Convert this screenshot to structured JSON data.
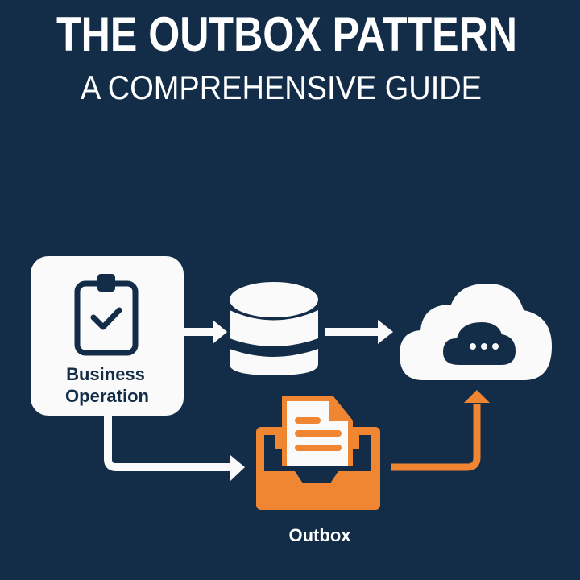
{
  "header": {
    "title": "THE OUTBOX PATTERN",
    "subtitle": "A COMPREHENSIVE GUIDE"
  },
  "diagram": {
    "business_line1": "Business",
    "business_line2": "Operation",
    "outbox_label": "Outbox"
  },
  "icons": [
    "clipboard-check-icon",
    "database-icon",
    "cloud-icon",
    "outbox-tray-icon",
    "document-icon"
  ],
  "colors": {
    "background": "#132d48",
    "accent": "#f08532",
    "foreground": "#ffffff"
  }
}
